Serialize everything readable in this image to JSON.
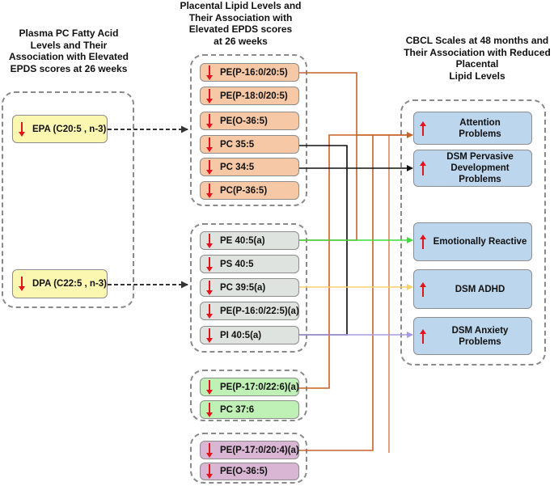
{
  "headings": {
    "plasma": [
      "Plasma PC Fatty Acid",
      "Levels and Their",
      "Association with Elevated",
      "EPDS scores at 26 weeks"
    ],
    "placental": [
      "Placental Lipid Levels and",
      "Their Association with",
      "Elevated EPDS scores",
      "at 26 weeks"
    ],
    "cbcl": [
      "CBCL Scales at 48 months and",
      "Their Association with  Reduced",
      "Placental",
      "Lipid Levels"
    ]
  },
  "plasma_items": [
    {
      "label": "EPA (C20:5 , n-3)",
      "direction": "down"
    },
    {
      "label": "DPA (C22:5 , n-3)",
      "direction": "down"
    }
  ],
  "placental_groups": [
    {
      "color": "orange",
      "items": [
        "PE(P-16:0/20:5)",
        "PE(P-18:0/20:5)",
        "PE(O-36:5)",
        "PC 35:5",
        "PC 34:5",
        "PC(P-36:5)"
      ]
    },
    {
      "color": "gray",
      "items": [
        "PE 40:5(a)",
        "PS 40:5",
        "PC 39:5(a)",
        "PE(P-16:0/22:5)(a)",
        "PI 40:5(a)"
      ]
    },
    {
      "color": "green",
      "items": [
        "PE(P-17:0/22:6)(a)",
        "PC 37:6"
      ]
    },
    {
      "color": "purple",
      "items": [
        "PE(P-17:0/20:4)(a)",
        "PE(O-36:5)"
      ]
    }
  ],
  "cbcl_items": [
    {
      "lines": [
        "Attention",
        "Problems"
      ],
      "direction": "up"
    },
    {
      "lines": [
        "DSM Pervasive",
        "Development Problems"
      ],
      "direction": "up"
    },
    {
      "lines": [
        "Emotionally Reactive"
      ],
      "direction": "up"
    },
    {
      "lines": [
        "DSM  ADHD"
      ],
      "direction": "up"
    },
    {
      "lines": [
        "DSM  Anxiety",
        "Problems"
      ],
      "direction": "up"
    }
  ],
  "colors": {
    "arrow_red": "#e0141c",
    "line_orange": "#c8622a",
    "line_black": "#111111",
    "line_green": "#3ddc3d",
    "line_yellow": "#f5d26b",
    "line_lavender": "#a99be0",
    "dashed_arrow": "#333333"
  }
}
